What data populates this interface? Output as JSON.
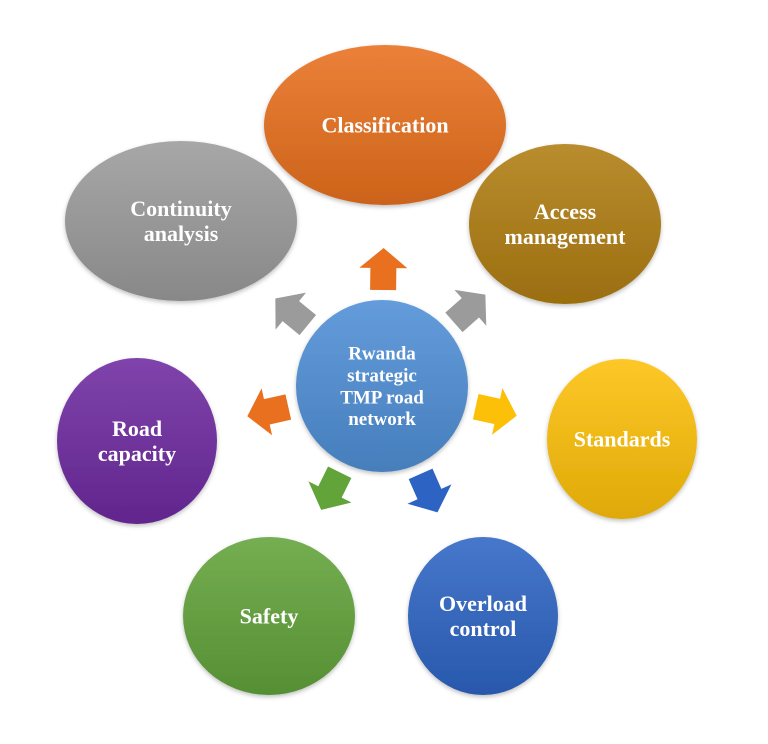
{
  "center": {
    "lines": [
      "Rwanda",
      "strategic",
      "TMP road",
      "network"
    ],
    "color": "#4f8fd6"
  },
  "nodes": [
    {
      "id": "classification",
      "lines": [
        "Classification"
      ],
      "color": "#e8701e"
    },
    {
      "id": "access-management",
      "lines": [
        "Access",
        "management"
      ],
      "color": "#b07d12"
    },
    {
      "id": "standards",
      "lines": [
        "Standards"
      ],
      "color": "#fdc009"
    },
    {
      "id": "overload-control",
      "lines": [
        "Overload",
        "control"
      ],
      "color": "#2d64c4"
    },
    {
      "id": "safety",
      "lines": [
        "Safety"
      ],
      "color": "#62a33a"
    },
    {
      "id": "road-capacity",
      "lines": [
        "Road",
        "capacity"
      ],
      "color": "#6e2aa0"
    },
    {
      "id": "continuity-analysis",
      "lines": [
        "Continuity",
        "analysis"
      ],
      "color": "#9b9b9b"
    }
  ],
  "arrows": [
    {
      "target": "classification",
      "color": "#e8701e"
    },
    {
      "target": "access-management",
      "color": "#9b9b9b"
    },
    {
      "target": "standards",
      "color": "#fdc009"
    },
    {
      "target": "overload-control",
      "color": "#2d64c4"
    },
    {
      "target": "safety",
      "color": "#62a33a"
    },
    {
      "target": "road-capacity",
      "color": "#e8701e"
    },
    {
      "target": "continuity-analysis",
      "color": "#9b9b9b"
    }
  ]
}
